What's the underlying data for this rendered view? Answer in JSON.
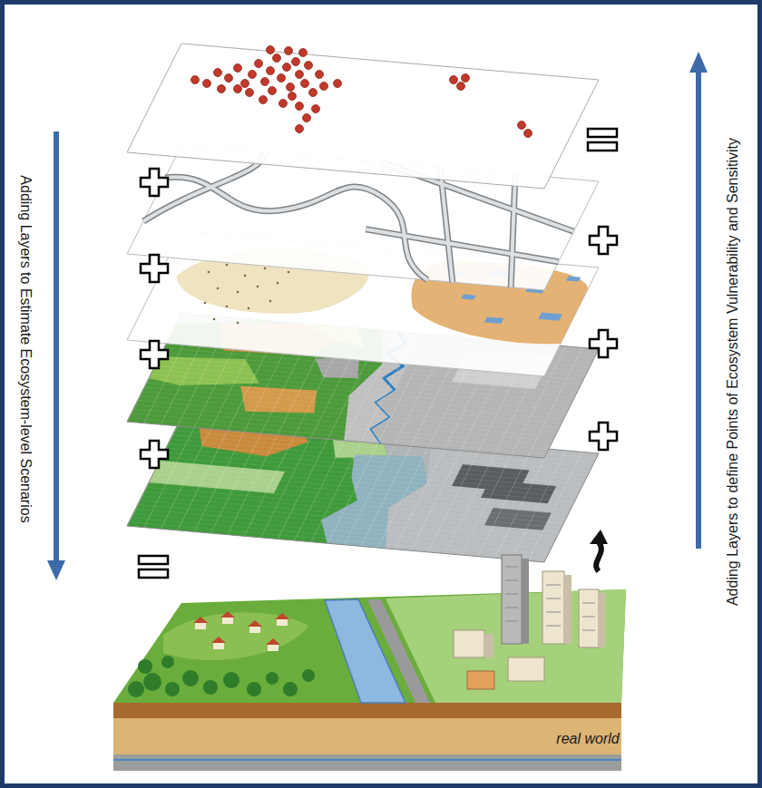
{
  "diagram": {
    "labels": [
      "Adding Layers to Estimate Ecosystem-level Scenarios",
      "Adding Layers to define Points of Ecosystem Vulnerability and Sensitivity",
      "real world"
    ]
  }
}
